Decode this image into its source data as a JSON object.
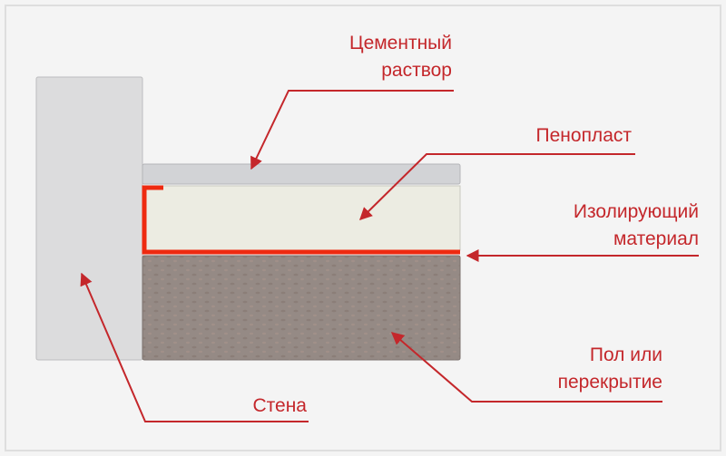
{
  "labels": {
    "cement": [
      "Цементный",
      "раствор"
    ],
    "foam": "Пенопласт",
    "insulation": [
      "Изолирующий",
      "материал"
    ],
    "floor": [
      "Пол или",
      "перекрытие"
    ],
    "wall": "Стена"
  },
  "colors": {
    "accent": "#c4272b",
    "insulation_line": "#ee2a10",
    "wall": "#dcdcdd",
    "screed": "#d2d3d6",
    "foam": "#ecece2",
    "floor": "#958a85"
  }
}
